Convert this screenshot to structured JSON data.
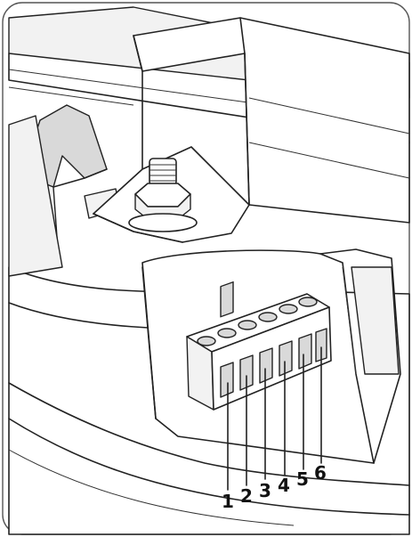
{
  "diagram": {
    "terminal_labels": [
      "1",
      "2",
      "3",
      "4",
      "5",
      "6"
    ]
  }
}
